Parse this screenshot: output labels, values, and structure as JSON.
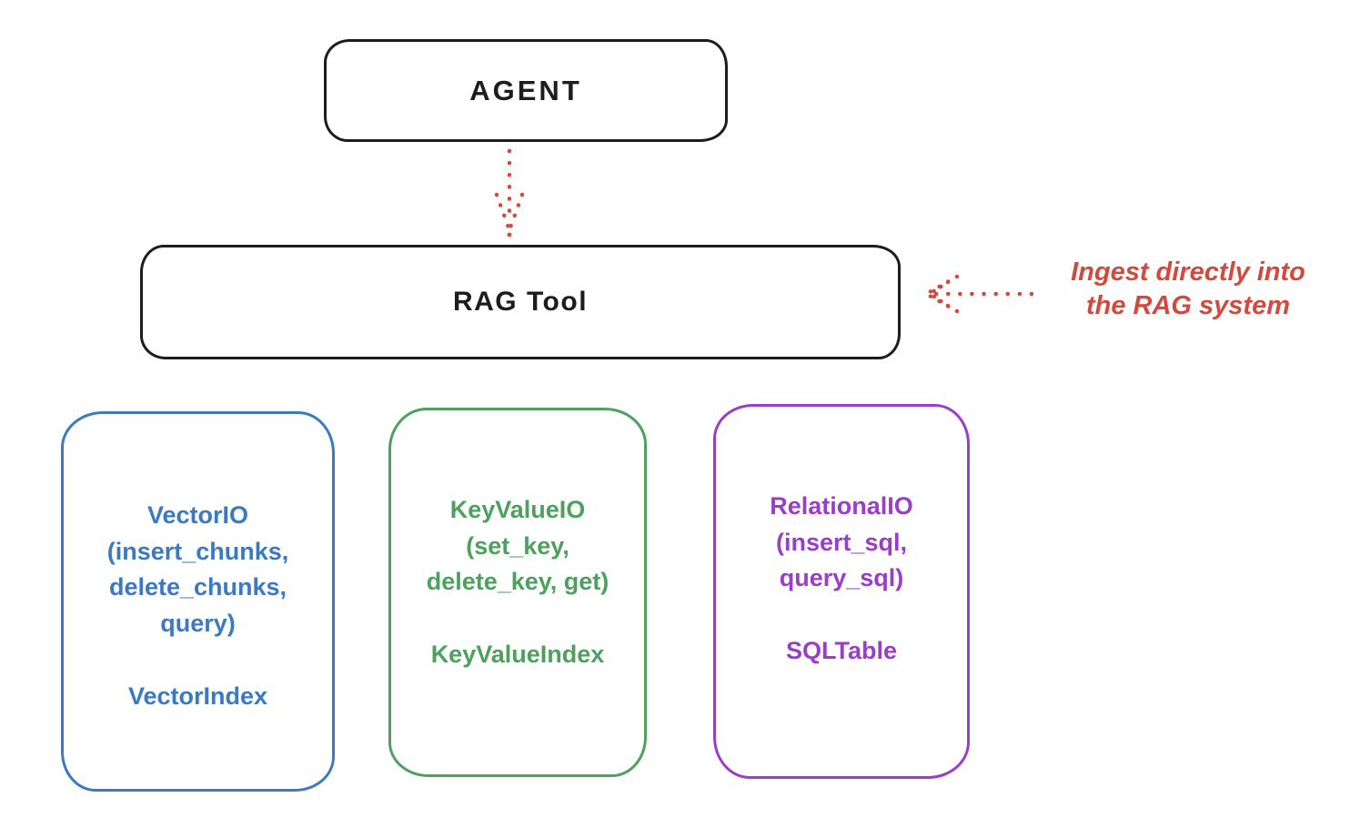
{
  "agent": {
    "label": "AGENT"
  },
  "rag_tool": {
    "label": "RAG Tool"
  },
  "annotation": {
    "line1": "Ingest directly into",
    "line2": "the RAG system"
  },
  "io_boxes": [
    {
      "name": "vector-io",
      "lines": [
        "VectorIO",
        "(insert_chunks,",
        "delete_chunks,",
        "query)"
      ],
      "index": "VectorIndex",
      "color": "#3b79c3"
    },
    {
      "name": "keyvalue-io",
      "lines": [
        "KeyValueIO",
        "(set_key,",
        "delete_key, get)"
      ],
      "index": "KeyValueIndex",
      "color": "#4da05e"
    },
    {
      "name": "relational-io",
      "lines": [
        "RelationalIO",
        "(insert_sql,",
        "query_sql)"
      ],
      "index": "SQLTable",
      "color": "#9a3dc9"
    }
  ],
  "colors": {
    "stroke": "#1d1d1d",
    "arrow_red": "#d24a3e",
    "vector_blue": "#3b79c3",
    "keyvalue_green": "#4da05e",
    "relational_purple": "#9a3dc9",
    "background": "#ffffff"
  }
}
